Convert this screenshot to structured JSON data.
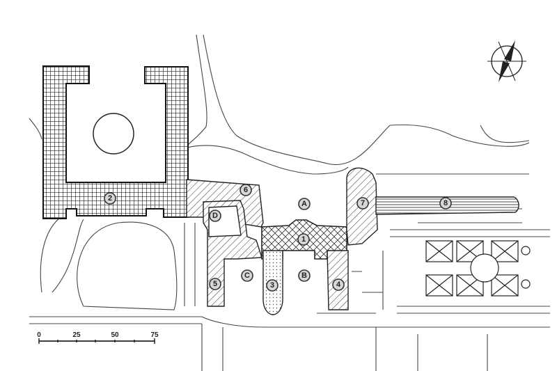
{
  "map": {
    "markers": [
      {
        "id": "m1",
        "label": "1"
      },
      {
        "id": "m2",
        "label": "2"
      },
      {
        "id": "m3",
        "label": "3"
      },
      {
        "id": "m4",
        "label": "4"
      },
      {
        "id": "m5",
        "label": "5"
      },
      {
        "id": "m6",
        "label": "6"
      },
      {
        "id": "m7",
        "label": "7"
      },
      {
        "id": "m8",
        "label": "8"
      },
      {
        "id": "mA",
        "label": "A"
      },
      {
        "id": "mB",
        "label": "B"
      },
      {
        "id": "mC",
        "label": "C"
      },
      {
        "id": "mD",
        "label": "D"
      }
    ],
    "scale_bar": {
      "ticks": [
        "0",
        "25",
        "50",
        "75"
      ]
    },
    "north_arrow": {
      "icon": "north-arrow-icon"
    },
    "colors": {
      "ink": "#222222",
      "paper": "#ffffff",
      "marker_fill": "#d6d6d6"
    }
  }
}
